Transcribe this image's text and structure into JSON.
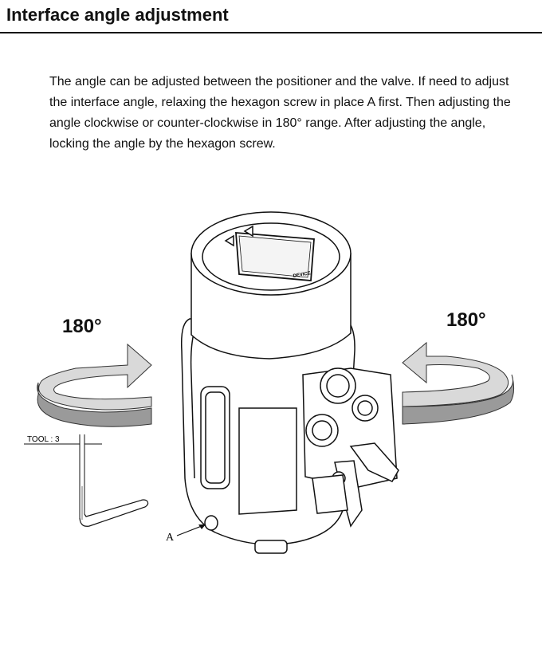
{
  "page": {
    "title": "Interface angle adjustment",
    "paragraph": "The angle can be adjusted between the positioner and the valve. If need to adjust the interface angle, relaxing the hexagon screw in place A first. Then adjusting the angle clockwise or counter-clockwise in 180°  range. After adjusting the angle, locking the angle by the hexagon screw."
  },
  "figure": {
    "left_angle": "180°",
    "right_angle": "180°",
    "tool_label": "TOOL : 3",
    "point_label": "A",
    "brand_mark": "DEVICE"
  },
  "colors": {
    "arrow_fill": "#d9d9d9",
    "arrow_band": "#9a9a9a",
    "line": "#111111"
  }
}
